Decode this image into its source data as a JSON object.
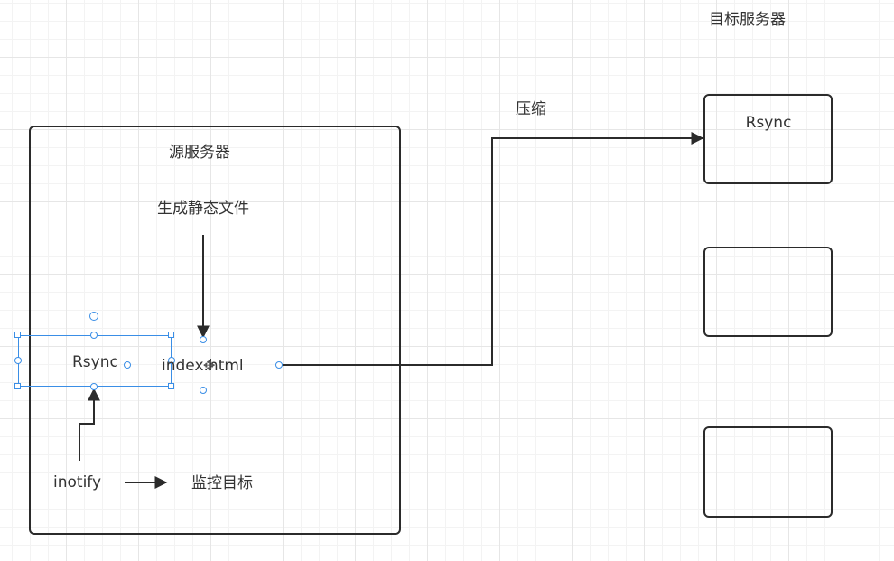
{
  "diagram": {
    "target_server_title": "目标服务器",
    "compress_label": "压缩",
    "source_server_title": "源服务器",
    "generate_static_label": "生成静态文件",
    "rsync_source_label": "Rsync",
    "index_file_label": "index.html",
    "inotify_label": "inotify",
    "monitor_target_label": "监控目标",
    "target_rsync_label": "Rsync"
  },
  "icons": {
    "move_cursor": "move-cursor-icon",
    "arrowhead": "arrowhead-icon"
  },
  "colors": {
    "line": "#2b2b2b",
    "selection": "#3a8ee6",
    "grid": "#e6e6e6"
  }
}
